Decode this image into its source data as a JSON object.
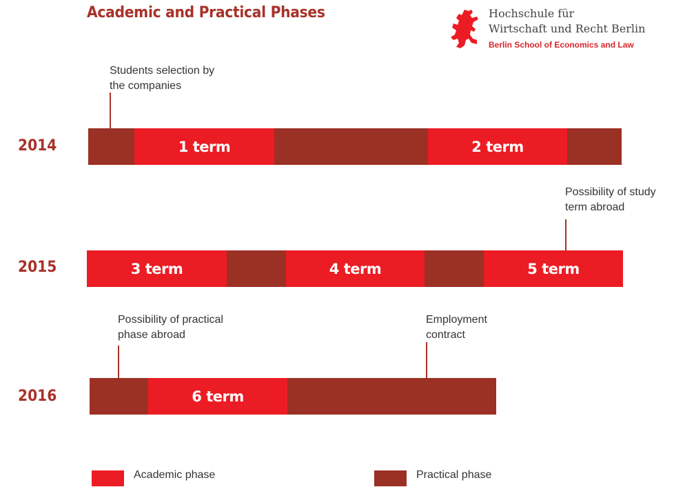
{
  "header": {
    "title": "Academic and Practical Phases"
  },
  "logo": {
    "line1": "Hochschule für",
    "line2": "Wirtschaft und Recht Berlin",
    "line3": "Berlin School of Economics and Law"
  },
  "rows": [
    {
      "year": "2014",
      "segments": [
        {
          "phase": "practical",
          "label": ""
        },
        {
          "phase": "academic",
          "label": "1 term"
        },
        {
          "phase": "practical",
          "label": ""
        },
        {
          "phase": "academic",
          "label": "2 term"
        },
        {
          "phase": "practical",
          "label": ""
        }
      ]
    },
    {
      "year": "2015",
      "segments": [
        {
          "phase": "academic",
          "label": "3 term"
        },
        {
          "phase": "practical",
          "label": ""
        },
        {
          "phase": "academic",
          "label": "4 term"
        },
        {
          "phase": "practical",
          "label": ""
        },
        {
          "phase": "academic",
          "label": "5 term"
        }
      ]
    },
    {
      "year": "2016",
      "segments": [
        {
          "phase": "practical",
          "label": ""
        },
        {
          "phase": "academic",
          "label": "6 term"
        },
        {
          "phase": "practical",
          "label": ""
        }
      ]
    }
  ],
  "annotations": {
    "students_selection": {
      "line1": "Students selection by",
      "line2": "the companies"
    },
    "study_abroad": {
      "line1": "Possibility of study",
      "line2": "term abroad"
    },
    "practical_abroad": {
      "line1": "Possibility of practical",
      "line2": "phase abroad"
    },
    "employment": {
      "line1": "Employment",
      "line2": "contract"
    }
  },
  "legend": {
    "academic": "Academic phase",
    "practical": "Practical phase"
  },
  "colors": {
    "academic": "#ec1c24",
    "practical": "#9b3024",
    "title": "#a8322a"
  }
}
